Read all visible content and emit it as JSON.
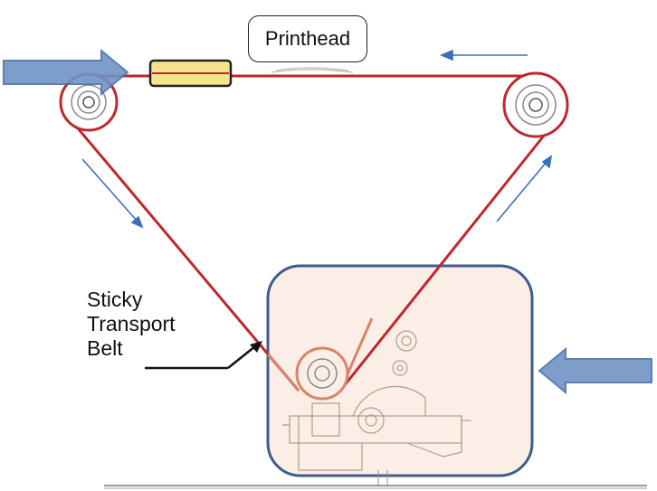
{
  "labels": {
    "printhead": "Printhead",
    "belt_line1": "Sticky",
    "belt_line2": "Transport",
    "belt_line3": "Belt"
  },
  "colors": {
    "belt": "#c0272d",
    "belt_inner": "#d8846a",
    "roller_fill": "#ffffff",
    "roller_lines": "#8a8a8a",
    "housing_fill": "#fbeee6",
    "housing_border": "#3d5e8c",
    "big_arrow": "#6f93c6",
    "small_arrow": "#3a6fbf",
    "pad_fill": "#f5e48a",
    "pad_border": "#222222"
  },
  "icons": {
    "feed_arrow": "arrow-right-icon",
    "exit_arrow": "arrow-left-icon",
    "direction_arrow": "direction-arrow-icon"
  }
}
